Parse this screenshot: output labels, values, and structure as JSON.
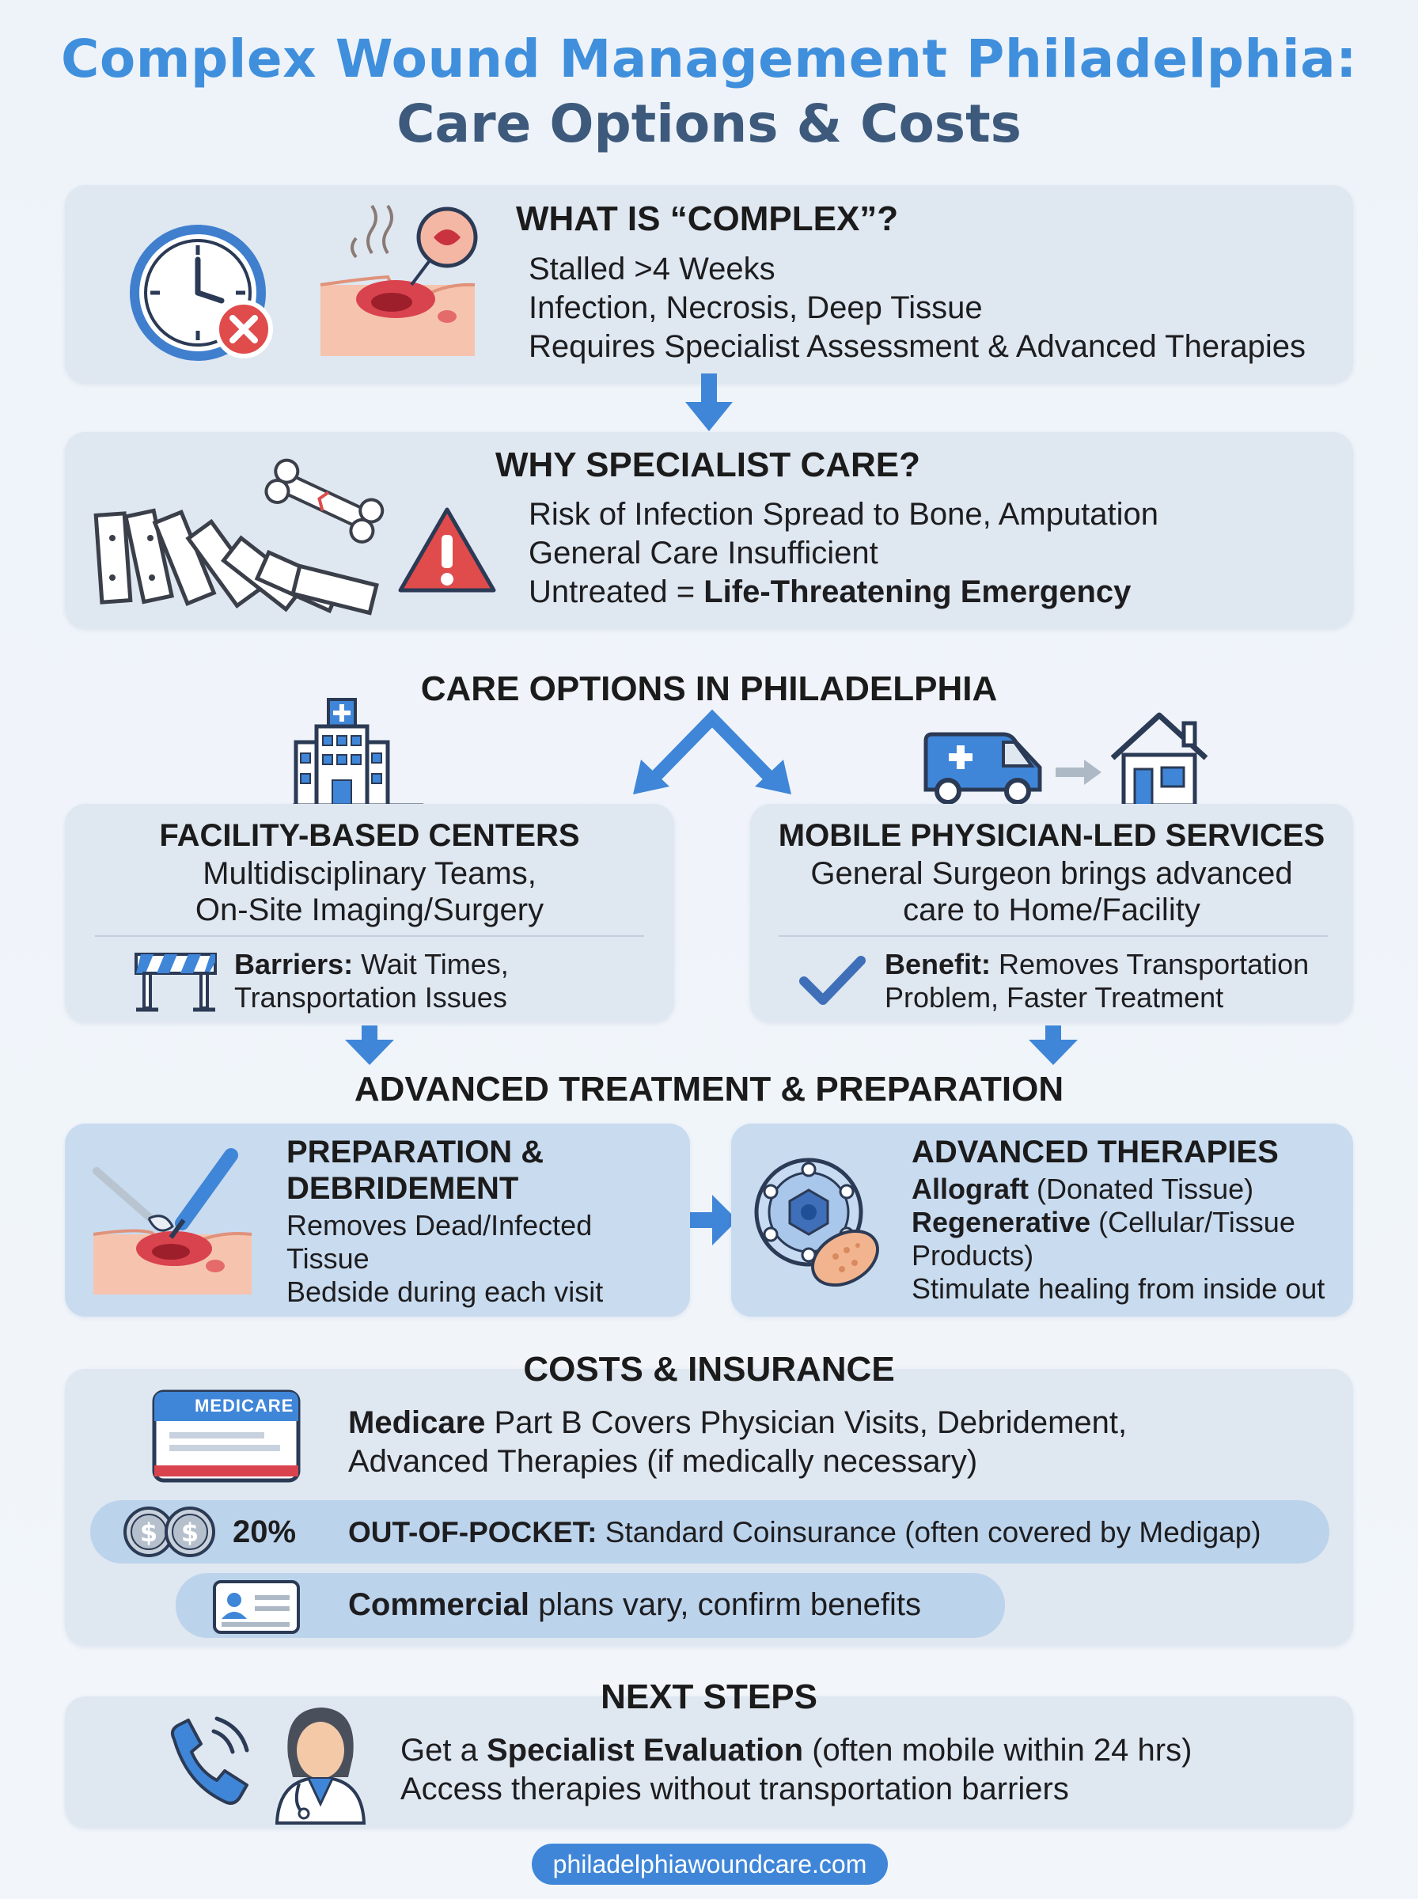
{
  "title": {
    "line1": "Complex Wound Management Philadelphia:",
    "line2": "Care Options & Costs"
  },
  "complex": {
    "heading": "WHAT IS “COMPLEX”?",
    "lines": [
      "Stalled >4 Weeks",
      "Infection, Necrosis, Deep Tissue",
      "Requires Specialist Assessment & Advanced Therapies"
    ]
  },
  "specialist": {
    "heading": "WHY SPECIALIST CARE?",
    "lines": [
      "Risk of Infection Spread to Bone, Amputation",
      "General Care Insufficient"
    ],
    "emergency_prefix": "Untreated = ",
    "emergency_bold": "Life-Threatening Emergency"
  },
  "care_options": {
    "heading": "CARE OPTIONS IN PHILADELPHIA",
    "facility": {
      "heading": "FACILITY-BASED CENTERS",
      "lines": [
        "Multidisciplinary Teams,",
        "On-Site Imaging/Surgery"
      ],
      "barrier_label": "Barriers:",
      "barrier_lines": [
        " Wait Times,",
        "Transportation Issues"
      ]
    },
    "mobile": {
      "heading": "MOBILE PHYSICIAN-LED SERVICES",
      "lines": [
        "General Surgeon brings advanced",
        "care to Home/Facility"
      ],
      "benefit_label": "Benefit:",
      "benefit_lines": [
        " Removes Transportation",
        "Problem, Faster Treatment"
      ]
    }
  },
  "treatment": {
    "heading": "ADVANCED TREATMENT & PREPARATION",
    "prep": {
      "heading_lines": [
        "PREPARATION &",
        "DEBRIDEMENT"
      ],
      "lines": [
        "Removes Dead/Infected",
        "Tissue",
        "Bedside during each visit"
      ]
    },
    "therapies": {
      "heading": "ADVANCED THERAPIES",
      "allograft_bold": "Allograft",
      "allograft_rest": " (Donated Tissue)",
      "regen_bold": "Regenerative",
      "regen_rest": " (Cellular/Tissue",
      "regen_rest2": "Products)",
      "last": "Stimulate healing from inside out"
    }
  },
  "costs": {
    "heading": "COSTS & INSURANCE",
    "medicare_card_label": "MEDICARE",
    "medicare_bold": "Medicare",
    "medicare_rest": " Part B Covers Physician Visits, Debridement,",
    "medicare_line2": "Advanced Therapies (if medically necessary)",
    "percent": "20%",
    "oop_bold": "OUT-OF-POCKET:",
    "oop_rest": " Standard Coinsurance (often covered by Medigap)",
    "commercial_bold": "Commercial",
    "commercial_rest": " plans vary, confirm benefits"
  },
  "next_steps": {
    "heading": "NEXT STEPS",
    "line1_prefix": "Get a ",
    "line1_bold": "Specialist Evaluation",
    "line1_rest": " (often mobile within 24 hrs)",
    "line2": "Access therapies without transportation barriers"
  },
  "footer": {
    "url": "philadelphiawoundcare.com"
  },
  "colors": {
    "accent": "#3f8fdc",
    "title_dark": "#3d5a7c",
    "alert_red": "#e04b4b",
    "panel": "#dfe7f1"
  }
}
